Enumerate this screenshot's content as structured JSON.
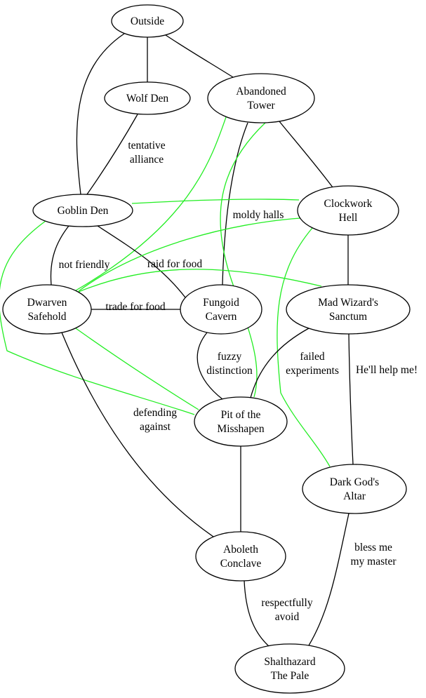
{
  "colors": {
    "black_edge": "#000000",
    "green_edge": "#22ee22"
  },
  "nodes": [
    {
      "id": "outside",
      "lines": [
        "Outside"
      ]
    },
    {
      "id": "wolf_den",
      "lines": [
        "Wolf Den"
      ]
    },
    {
      "id": "abandoned_tower",
      "lines": [
        "Abandoned",
        "Tower"
      ]
    },
    {
      "id": "goblin_den",
      "lines": [
        "Goblin Den"
      ]
    },
    {
      "id": "clockwork_hell",
      "lines": [
        "Clockwork",
        "Hell"
      ]
    },
    {
      "id": "dwarven_safehold",
      "lines": [
        "Dwarven",
        "Safehold"
      ]
    },
    {
      "id": "fungoid_cavern",
      "lines": [
        "Fungoid",
        "Cavern"
      ]
    },
    {
      "id": "mad_wizards_sanctum",
      "lines": [
        "Mad Wizard's",
        "Sanctum"
      ]
    },
    {
      "id": "pit_of_the_misshapen",
      "lines": [
        "Pit of the",
        "Misshapen"
      ]
    },
    {
      "id": "dark_gods_altar",
      "lines": [
        "Dark God's",
        "Altar"
      ]
    },
    {
      "id": "aboleth_conclave",
      "lines": [
        "Aboleth",
        "Conclave"
      ]
    },
    {
      "id": "shalthazard_the_pale",
      "lines": [
        "Shalthazard",
        "The Pale"
      ]
    }
  ],
  "edges": [
    {
      "id": "outside-wolf_den",
      "from": "outside",
      "to": "wolf_den",
      "color": "black",
      "label": []
    },
    {
      "id": "outside-abandoned_tower",
      "from": "outside",
      "to": "abandoned_tower",
      "color": "black",
      "label": []
    },
    {
      "id": "outside-goblin_den",
      "from": "outside",
      "to": "goblin_den",
      "color": "black",
      "label": []
    },
    {
      "id": "wolf_den-goblin_den",
      "from": "wolf_den",
      "to": "goblin_den",
      "color": "black",
      "label": [
        "tentative",
        "alliance"
      ]
    },
    {
      "id": "abandoned_tower-fungoid_cavern",
      "from": "abandoned_tower",
      "to": "fungoid_cavern",
      "color": "black",
      "label": [
        "moldy halls"
      ]
    },
    {
      "id": "abandoned_tower-clockwork_hell",
      "from": "abandoned_tower",
      "to": "clockwork_hell",
      "color": "black",
      "label": []
    },
    {
      "id": "abandoned_tower-dwarven_safehold",
      "from": "abandoned_tower",
      "to": "dwarven_safehold",
      "color": "green",
      "label": []
    },
    {
      "id": "abandoned_tower-pit_of_the_misshapen",
      "from": "abandoned_tower",
      "to": "pit_of_the_misshapen",
      "color": "green",
      "label": []
    },
    {
      "id": "goblin_den-clockwork_hell",
      "from": "goblin_den",
      "to": "clockwork_hell",
      "color": "green",
      "label": []
    },
    {
      "id": "goblin_den-dwarven_safehold",
      "from": "goblin_den",
      "to": "dwarven_safehold",
      "color": "black",
      "label": [
        "not friendly"
      ]
    },
    {
      "id": "goblin_den-fungoid_cavern",
      "from": "goblin_den",
      "to": "fungoid_cavern",
      "color": "black",
      "label": [
        "raid for food"
      ]
    },
    {
      "id": "goblin_den-pit_of_the_misshapen",
      "from": "goblin_den",
      "to": "pit_of_the_misshapen",
      "color": "green",
      "label": []
    },
    {
      "id": "clockwork_hell-dwarven_safehold",
      "from": "clockwork_hell",
      "to": "dwarven_safehold",
      "color": "green",
      "label": []
    },
    {
      "id": "clockwork_hell-mad_wizards_sanctum",
      "from": "clockwork_hell",
      "to": "mad_wizards_sanctum",
      "color": "black",
      "label": []
    },
    {
      "id": "clockwork_hell-dark_gods_altar",
      "from": "clockwork_hell",
      "to": "dark_gods_altar",
      "color": "green",
      "label": []
    },
    {
      "id": "dwarven_safehold-fungoid_cavern",
      "from": "dwarven_safehold",
      "to": "fungoid_cavern",
      "color": "black",
      "label": [
        "trade for food"
      ]
    },
    {
      "id": "dwarven_safehold-mad_wizards_sanctum",
      "from": "dwarven_safehold",
      "to": "mad_wizards_sanctum",
      "color": "green",
      "label": []
    },
    {
      "id": "dwarven_safehold-pit_of_the_misshapen",
      "from": "dwarven_safehold",
      "to": "pit_of_the_misshapen",
      "color": "green",
      "label": []
    },
    {
      "id": "dwarven_safehold-aboleth_conclave",
      "from": "dwarven_safehold",
      "to": "aboleth_conclave",
      "color": "black",
      "label": [
        "defending",
        "against"
      ]
    },
    {
      "id": "fungoid_cavern-pit_of_the_misshapen",
      "from": "fungoid_cavern",
      "to": "pit_of_the_misshapen",
      "color": "black",
      "label": [
        "fuzzy",
        "distinction"
      ]
    },
    {
      "id": "mad_wizards_sanctum-pit_of_the_misshapen",
      "from": "mad_wizards_sanctum",
      "to": "pit_of_the_misshapen",
      "color": "black",
      "label": [
        "failed",
        "experiments"
      ]
    },
    {
      "id": "mad_wizards_sanctum-dark_gods_altar",
      "from": "mad_wizards_sanctum",
      "to": "dark_gods_altar",
      "color": "black",
      "label": [
        "He'll help me!"
      ]
    },
    {
      "id": "pit_of_the_misshapen-aboleth_conclave",
      "from": "pit_of_the_misshapen",
      "to": "aboleth_conclave",
      "color": "black",
      "label": []
    },
    {
      "id": "dark_gods_altar-shalthazard_the_pale",
      "from": "dark_gods_altar",
      "to": "shalthazard_the_pale",
      "color": "black",
      "label": [
        "bless me",
        "my master"
      ]
    },
    {
      "id": "aboleth_conclave-shalthazard_the_pale",
      "from": "aboleth_conclave",
      "to": "shalthazard_the_pale",
      "color": "black",
      "label": [
        "respectfully",
        "avoid"
      ]
    }
  ]
}
